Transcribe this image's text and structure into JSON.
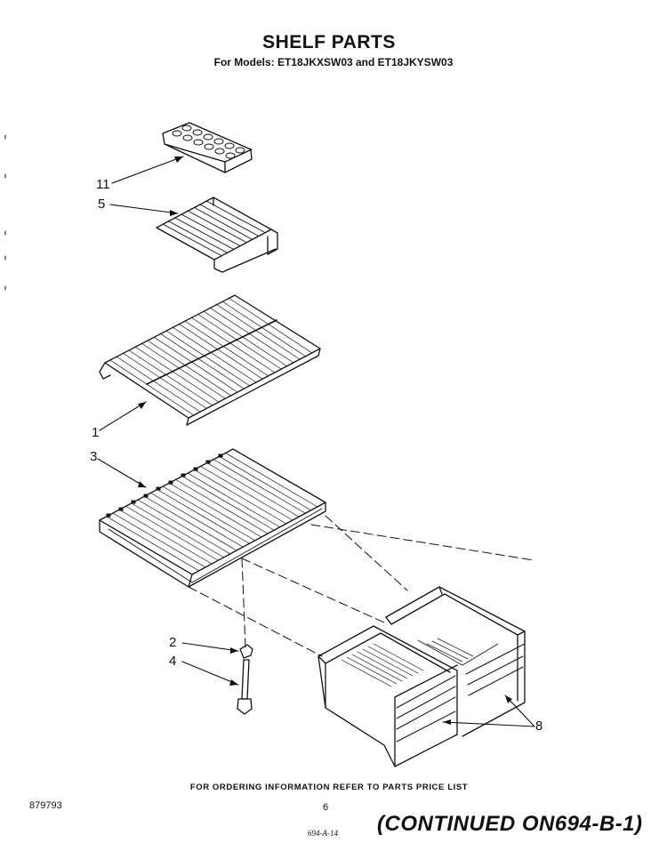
{
  "title": "SHELF PARTS",
  "subtitle": "For Models: ET18JKXSW03 and ET18JKYSW03",
  "footer_note": "FOR ORDERING INFORMATION REFER TO PARTS PRICE LIST",
  "document_number": "879793",
  "page_number": "6",
  "handwritten_note": "694-A-14",
  "continued_label": "(CONTINUED ON694-B-1)",
  "callouts": [
    {
      "id": "callout-11",
      "label": "11",
      "part": "ice-cube-tray"
    },
    {
      "id": "callout-5",
      "label": "5",
      "part": "small-wire-shelf"
    },
    {
      "id": "callout-1",
      "label": "1",
      "part": "wire-shelf"
    },
    {
      "id": "callout-3",
      "label": "3",
      "part": "crisper-cover-shelf"
    },
    {
      "id": "callout-2",
      "label": "2",
      "part": "shelf-support"
    },
    {
      "id": "callout-4",
      "label": "4",
      "part": "support-rod"
    },
    {
      "id": "callout-8",
      "label": "8",
      "part": "crisper-pans"
    }
  ]
}
